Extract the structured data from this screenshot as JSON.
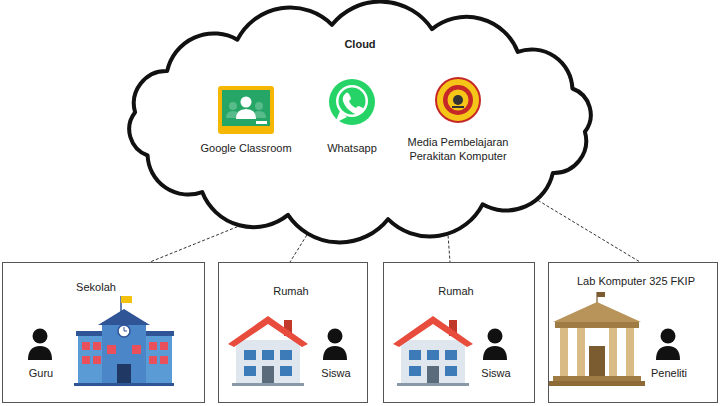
{
  "diagram": {
    "nodes": [
      {
        "text": [
          "Cloud"
        ]
      },
      {
        "text": [
          "Sekolah",
          "Guru"
        ]
      },
      {
        "text": [
          "Rumah",
          "Siswa"
        ]
      },
      {
        "text": [
          "Rumah",
          "Siswa"
        ]
      },
      {
        "text": [
          "Lab Komputer 325 FKIP",
          "Peneliti"
        ]
      }
    ],
    "edges": [
      {
        "from": 0,
        "to": 1,
        "arrow": "none"
      },
      {
        "from": 0,
        "to": 2,
        "arrow": "none"
      },
      {
        "from": 0,
        "to": 3,
        "arrow": "none"
      },
      {
        "from": 0,
        "to": 4,
        "arrow": "none"
      }
    ],
    "labels": [
      "Google Classroom",
      "Whatsapp",
      "Media Pembelajaran Perakitan Komputer"
    ]
  }
}
